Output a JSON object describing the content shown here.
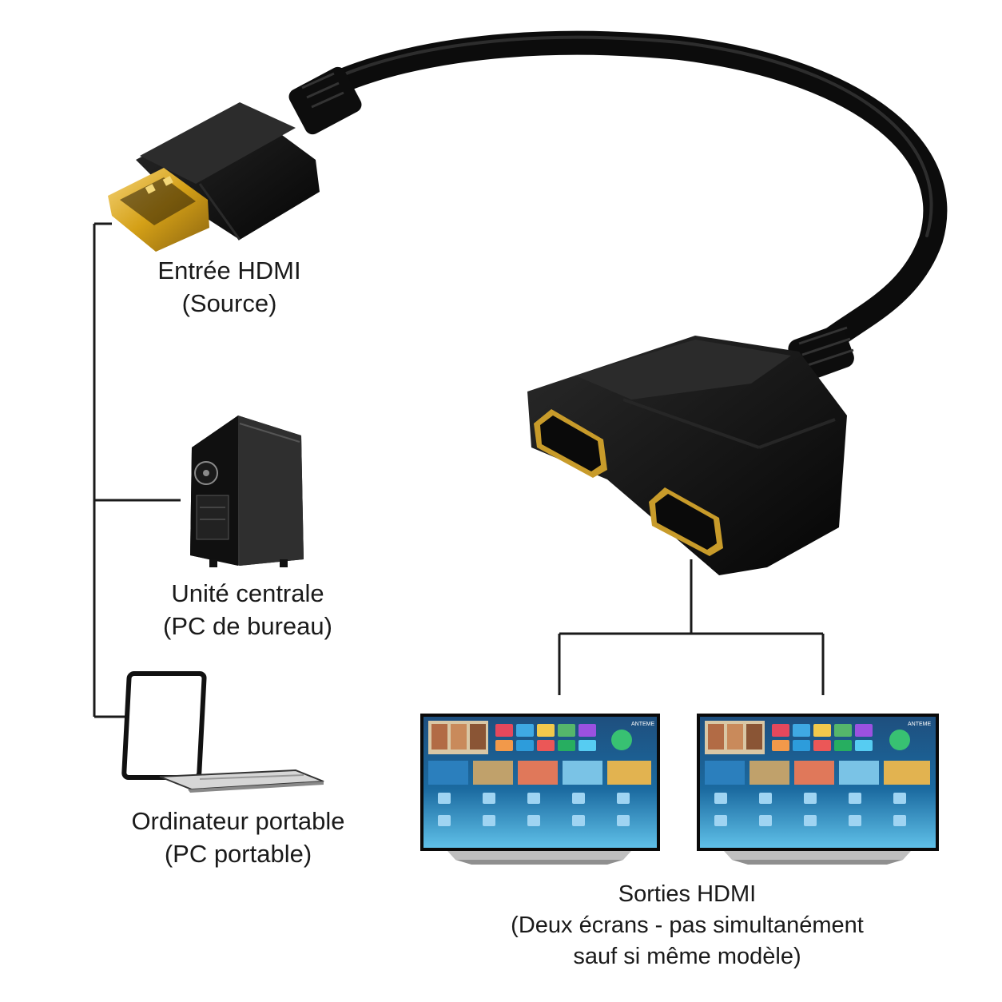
{
  "input": {
    "line1": "Entrée HDMI",
    "line2": "(Source)"
  },
  "desktop": {
    "line1": "Unité centrale",
    "line2": "(PC de bureau)"
  },
  "laptop": {
    "line1": "Ordinateur portable",
    "line2": "(PC portable)"
  },
  "outputs": {
    "line1": "Sorties HDMI",
    "line2": "(Deux écrans - pas simultanément",
    "line3": "sauf si même modèle)"
  },
  "tv": {
    "brand": "ANTEME"
  },
  "colors": {
    "cable": "#111111",
    "gold": "#d4a017",
    "line": "#1a1a1a",
    "screen": "#1b6aa0"
  }
}
